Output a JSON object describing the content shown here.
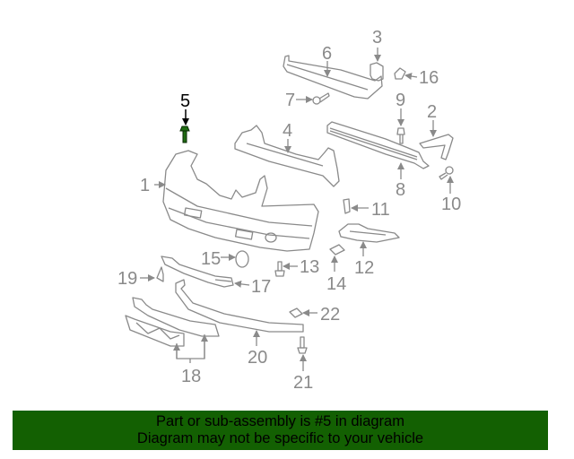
{
  "diagram": {
    "title": "Front bumper assembly exploded diagram",
    "highlighted_part": "5",
    "colors": {
      "line": "#8a8a8a",
      "highlight_part": "#1f6b12",
      "highlight_label": "#000000",
      "banner_bg": "#136002",
      "banner_text": "#000000"
    },
    "callouts": [
      {
        "id": "1",
        "label": "1"
      },
      {
        "id": "2",
        "label": "2"
      },
      {
        "id": "3",
        "label": "3"
      },
      {
        "id": "4",
        "label": "4"
      },
      {
        "id": "5",
        "label": "5"
      },
      {
        "id": "6",
        "label": "6"
      },
      {
        "id": "7",
        "label": "7"
      },
      {
        "id": "8",
        "label": "8"
      },
      {
        "id": "9",
        "label": "9"
      },
      {
        "id": "10",
        "label": "10"
      },
      {
        "id": "11",
        "label": "11"
      },
      {
        "id": "12",
        "label": "12"
      },
      {
        "id": "13",
        "label": "13"
      },
      {
        "id": "14",
        "label": "14"
      },
      {
        "id": "15",
        "label": "15"
      },
      {
        "id": "16",
        "label": "16"
      },
      {
        "id": "17",
        "label": "17"
      },
      {
        "id": "18",
        "label": "18"
      },
      {
        "id": "19",
        "label": "19"
      },
      {
        "id": "20",
        "label": "20"
      },
      {
        "id": "21",
        "label": "21"
      },
      {
        "id": "22",
        "label": "22"
      }
    ]
  },
  "banner": {
    "line1": "Part or sub-assembly is #5 in diagram",
    "line2": "Diagram may not be specific to your vehicle"
  }
}
